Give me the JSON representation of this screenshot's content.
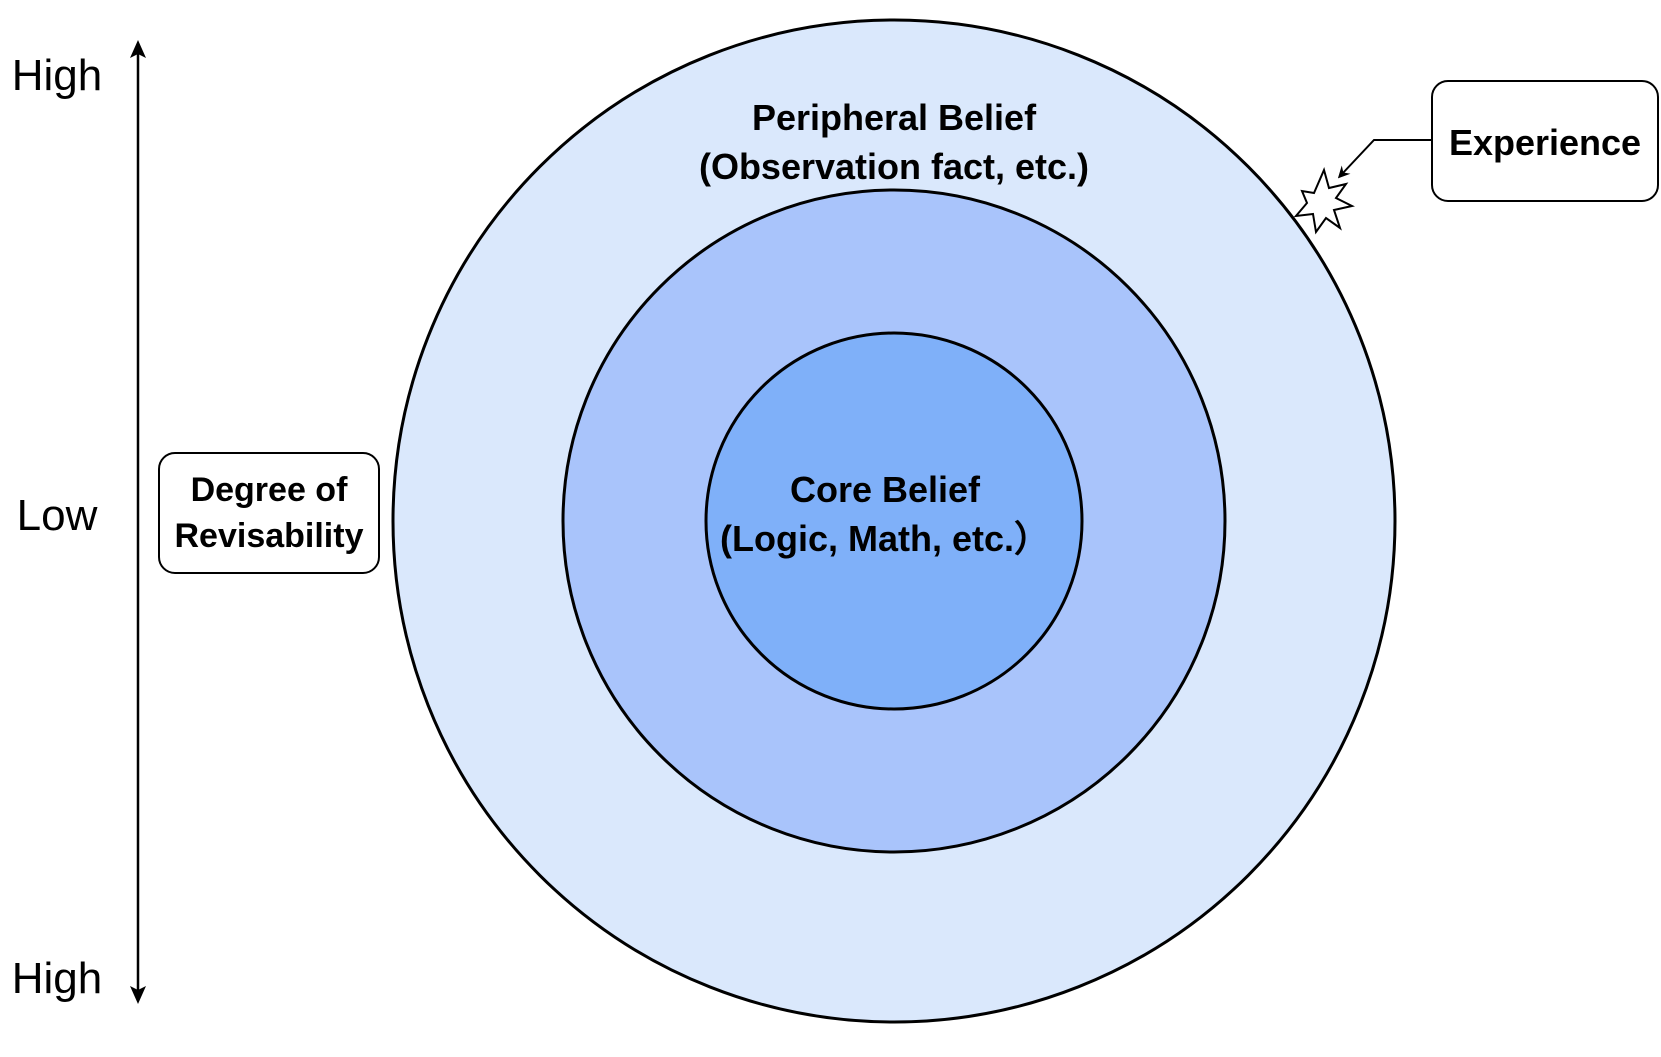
{
  "axis": {
    "top_label": "High",
    "middle_label": "Low",
    "bottom_label": "High"
  },
  "revisability_box": {
    "line1": "Degree of",
    "line2": "Revisability"
  },
  "outer_ring": {
    "line1": "Peripheral Belief",
    "line2": "(Observation fact, etc.)",
    "fill": "#dae8fc"
  },
  "middle_ring": {
    "fill": "#a9c4fb"
  },
  "core": {
    "line1": "Core Belief",
    "line2": "(Logic, Math, etc.）",
    "fill": "#7fb0f9"
  },
  "experience_box": {
    "label": "Experience"
  },
  "impact_icon": "explosion-star-icon"
}
